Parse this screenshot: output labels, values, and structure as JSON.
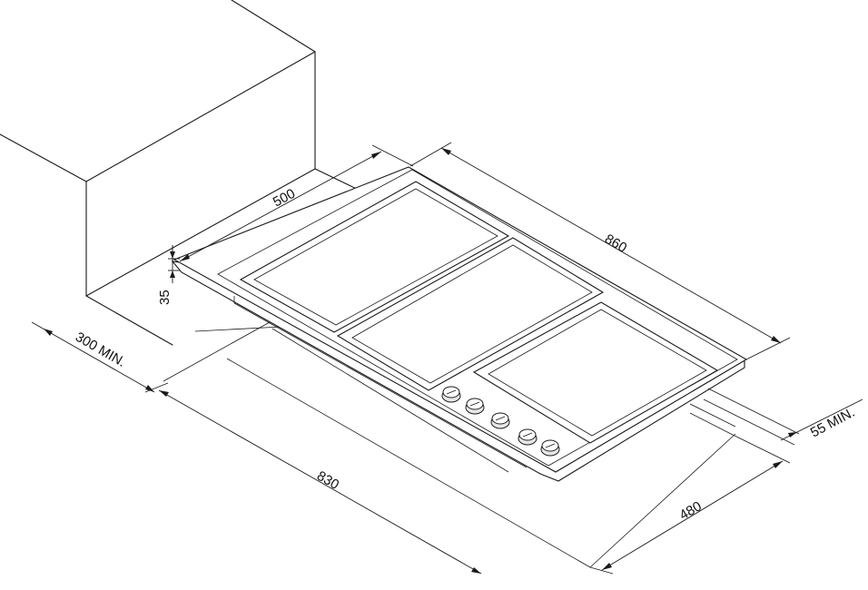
{
  "dimensions": {
    "width_top": "500",
    "depth_top": "860",
    "thickness": "35",
    "clearance_left": "300 MIN.",
    "cutout_length": "830",
    "cutout_width": "480",
    "clearance_right": "55 MIN."
  }
}
